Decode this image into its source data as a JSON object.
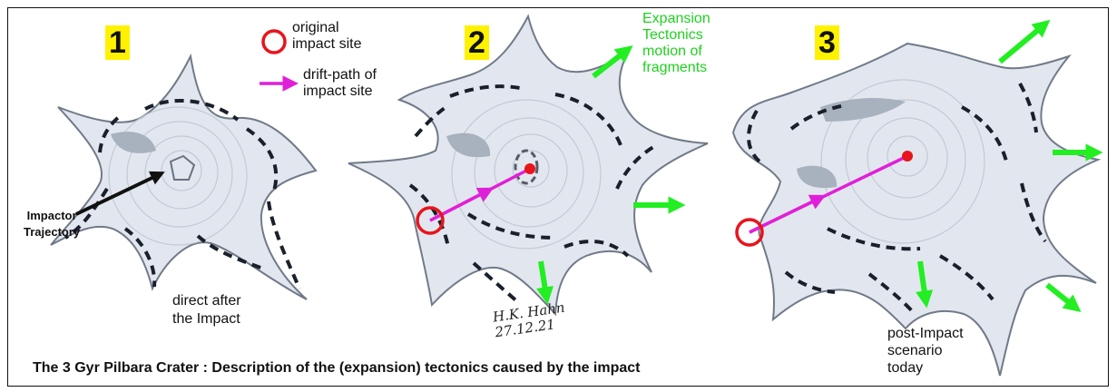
{
  "panels": [
    {
      "number": "1",
      "note": "direct after\nthe Impact"
    },
    {
      "number": "2"
    },
    {
      "number": "3",
      "note": "post-Impact\nscenario\ntoday"
    }
  ],
  "legend": {
    "circle_label": "original\nimpact site",
    "arrow_label": "drift-path of\nimpact site",
    "expansion_label": "Expansion\nTectonics\nmotion of\nfragments"
  },
  "annotation": {
    "impactor": "Impactor\nTrajectory"
  },
  "signature": {
    "name": "H.K. Hahn",
    "date": "27.12.21"
  },
  "caption": "The 3 Gyr Pilbara Crater :  Description of the (expansion) tectonics caused by the impact",
  "colors": {
    "impact_circle": "#e8141c",
    "drift_arrow": "#e020d8",
    "expansion_arrow": "#22ee22",
    "text_green": "#1fd11f",
    "highlight": "#fff200"
  }
}
